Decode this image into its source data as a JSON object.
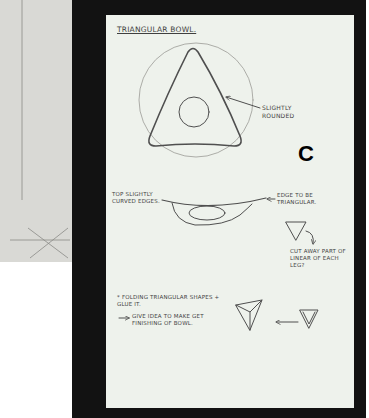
{
  "diagram": {
    "title": "TRIANGULAR BOWL.",
    "labels": [
      "SLIGHTLY ROUNDED",
      "C",
      "TOP SLIGHTLY CURVED EDGES.",
      "EDGE TO BE TRIANGULAR.",
      "CUT AWAY PART OF LINEAR OF EACH LEG?",
      "* FOLDING TRIANGULAR SHAPES + GLUE IT.",
      "GIVE IDEA TO MAKE GET FINISHING OF BOWL."
    ]
  }
}
